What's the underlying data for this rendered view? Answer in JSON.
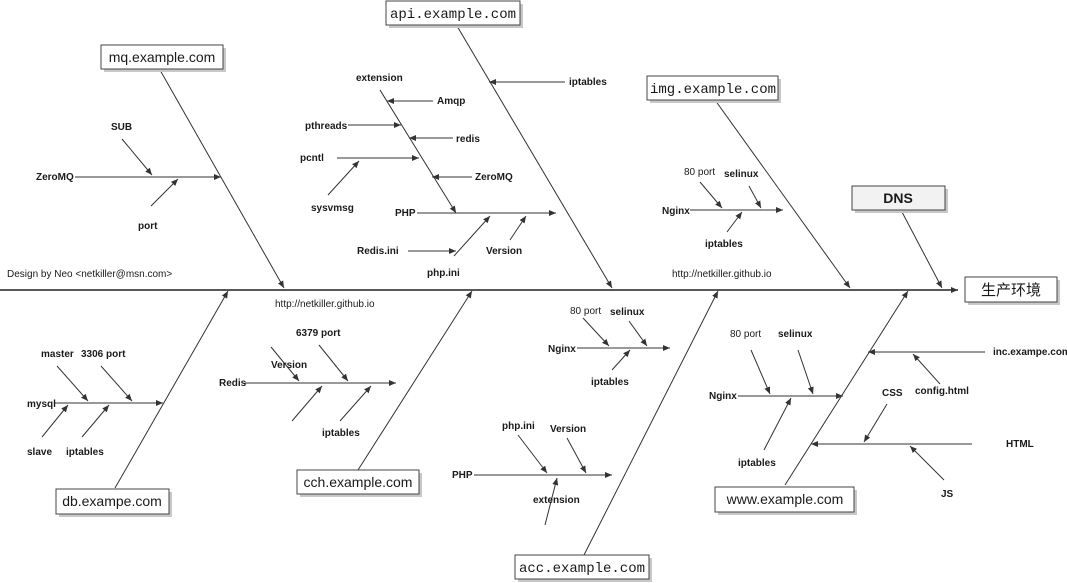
{
  "head": "生产环境",
  "designer": "Design by Neo <netkiller@msn.com>",
  "urls": [
    "http://netkiller.github.io",
    "http://netkiller.github.io"
  ],
  "categories": {
    "mq": {
      "title": "mq.example.com",
      "items": [
        "SUB",
        "ZeroMQ",
        "port"
      ]
    },
    "api": {
      "title": "api.example.com",
      "items": [
        "extension",
        "Amqp",
        "pthreads",
        "redis",
        "pcntl",
        "ZeroMQ",
        "sysvmsg",
        "PHP",
        "Redis.ini",
        "php.ini",
        "Version",
        "iptables"
      ]
    },
    "img": {
      "title": "img.example.com",
      "items": [
        "80 port",
        "selinux",
        "Nginx",
        "iptables"
      ]
    },
    "dns": {
      "title": "DNS"
    },
    "db": {
      "title": "db.exampe.com",
      "items": [
        "master",
        "3306 port",
        "mysql",
        "slave",
        "iptables"
      ]
    },
    "cch": {
      "title": "cch.example.com",
      "items": [
        "6379 port",
        "Version",
        "Redis",
        "iptables"
      ]
    },
    "acc": {
      "title": "acc.example.com",
      "items": [
        "80 port",
        "selinux",
        "Nginx",
        "iptables",
        "php.ini",
        "Version",
        "PHP",
        "extension"
      ]
    },
    "www": {
      "title": "www.example.com",
      "items": [
        "80 port",
        "selinux",
        "Nginx",
        "iptables",
        "inc.exampe.com",
        "CSS",
        "config.html",
        "HTML",
        "JS"
      ]
    }
  }
}
